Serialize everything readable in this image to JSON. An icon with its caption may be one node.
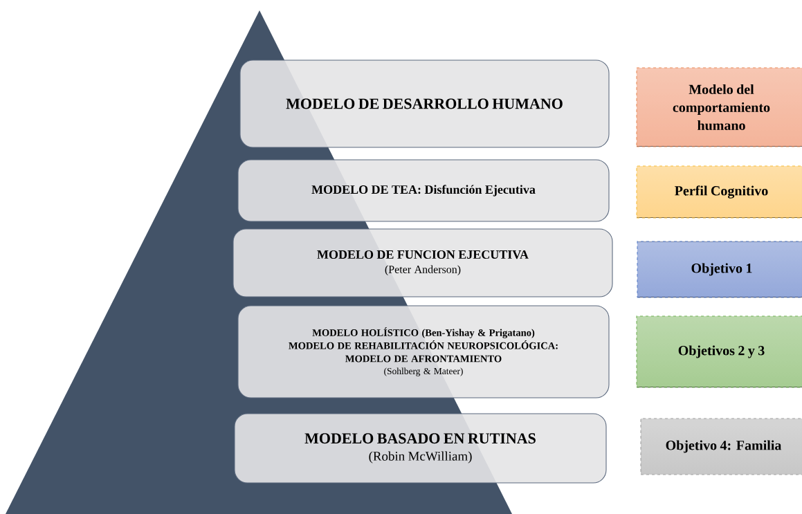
{
  "diagram": {
    "nodes": [
      {
        "text": [],
        "shape": "triangle"
      },
      {
        "text": [
          "MODELO DE DESARROLLO HUMANO"
        ]
      },
      {
        "text": [
          "MODELO DE TEA: Disfunción Ejecutiva"
        ]
      },
      {
        "text": [
          "MODELO DE FUNCION EJECUTIVA",
          "(Peter Anderson)"
        ]
      },
      {
        "text": [
          "**MODELO HOLÍSTICO** (Ben-Yishay & Prigatano)",
          "MODELO DE REHABILITACIÓN NEUROPSICOLÓGICA: MODELO DE AFRONTAMIENTO",
          "(Sohlberg & Mateer)"
        ]
      },
      {
        "text": [
          "MODELO BASADO EN RUTINAS",
          "(Robin McWilliam)"
        ]
      },
      {
        "text": [
          "Modelo del comportamiento humano"
        ]
      },
      {
        "text": [
          "Perfil Cognitivo"
        ]
      },
      {
        "text": [
          "Objetivo 1"
        ]
      },
      {
        "text": [
          "Objetivos 2 y 3"
        ]
      },
      {
        "text": [
          "Objetivo 4: Familia"
        ]
      }
    ]
  }
}
